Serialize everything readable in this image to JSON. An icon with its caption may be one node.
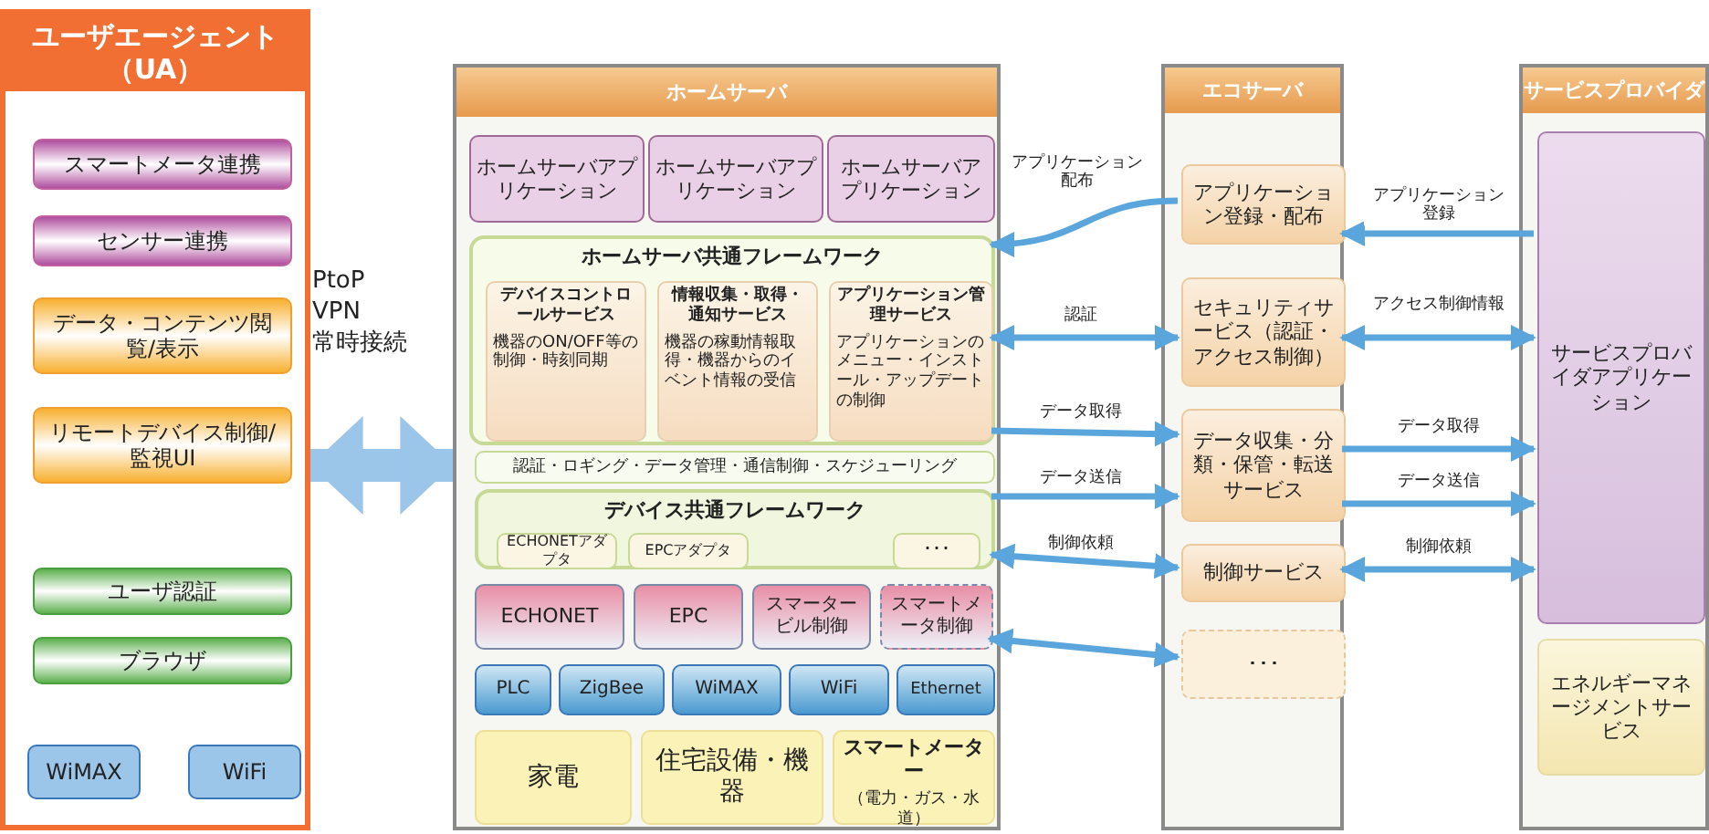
{
  "diagram": {
    "nodes": [
      {
        "text": [
          "ユーザエージェント（UA）"
        ]
      },
      {
        "text": [
          "スマートメータ連携"
        ],
        "in": 0
      },
      {
        "text": [
          "センサー連携"
        ],
        "in": 0
      },
      {
        "text": [
          "データ・コンテンツ閲覧/表示"
        ],
        "in": 0
      },
      {
        "text": [
          "リモートデバイス制御/監視UI"
        ],
        "in": 0
      },
      {
        "text": [
          "ユーザ認証"
        ],
        "in": 0
      },
      {
        "text": [
          "ブラウザ"
        ],
        "in": 0
      },
      {
        "text": [
          "WiMAX"
        ],
        "in": 0
      },
      {
        "text": [
          "WiFi"
        ],
        "in": 0
      },
      {
        "text": [
          "ホームサーバ"
        ]
      },
      {
        "text": [
          "ホームサーバアプリケーション"
        ],
        "in": 9
      },
      {
        "text": [
          "ホームサーバアプリケーション"
        ],
        "in": 9
      },
      {
        "text": [
          "ホームサーバアプリケーション"
        ],
        "in": 9
      },
      {
        "text": [
          "ホームサーバ共通フレームワーク"
        ],
        "in": 9
      },
      {
        "text": [
          "デバイスコントロールサービス",
          "機器のON/OFF等の制御・時刻同期"
        ],
        "in": 13
      },
      {
        "text": [
          "情報収集・取得・通知サービス",
          "機器の稼動情報取得・機器からのイベント情報の受信"
        ],
        "in": 13
      },
      {
        "text": [
          "アプリケーション管理サービス",
          "アプリケーションのメニュー・インストール・アップデートの制御"
        ],
        "in": 13
      },
      {
        "text": [
          "認証・ロギング・データ管理・通信制御・スケジューリング"
        ],
        "in": 9
      },
      {
        "text": [
          "デバイス共通フレームワーク"
        ],
        "in": 9
      },
      {
        "text": [
          "ECHONETアダプタ"
        ],
        "in": 18
      },
      {
        "text": [
          "EPCアダプタ"
        ],
        "in": 18
      },
      {
        "text": [
          "･･･"
        ],
        "in": 18
      },
      {
        "text": [
          "ECHONET"
        ],
        "in": 9
      },
      {
        "text": [
          "EPC"
        ],
        "in": 9
      },
      {
        "text": [
          "スマータービル制御"
        ],
        "in": 9
      },
      {
        "text": [
          "スマートメータ制御"
        ],
        "in": 9
      },
      {
        "text": [
          "PLC"
        ],
        "in": 9
      },
      {
        "text": [
          "ZigBee"
        ],
        "in": 9
      },
      {
        "text": [
          "WiMAX"
        ],
        "in": 9
      },
      {
        "text": [
          "WiFi"
        ],
        "in": 9
      },
      {
        "text": [
          "Ethernet"
        ],
        "in": 9
      },
      {
        "text": [
          "家電"
        ],
        "in": 9
      },
      {
        "text": [
          "住宅設備・機器"
        ],
        "in": 9
      },
      {
        "text": [
          "スマートメーター",
          "（電力・ガス・水道）"
        ],
        "in": 9
      },
      {
        "text": [
          "エコサーバ"
        ]
      },
      {
        "text": [
          "アプリケーション登録・配布"
        ],
        "in": 34
      },
      {
        "text": [
          "セキュリティサービス（認証・アクセス制御）"
        ],
        "in": 34
      },
      {
        "text": [
          "データ収集・分類・保管・転送サービス"
        ],
        "in": 34
      },
      {
        "text": [
          "制御サービス"
        ],
        "in": 34
      },
      {
        "text": [
          "･･･"
        ],
        "in": 34
      },
      {
        "text": [
          "サービスプロバイダ"
        ]
      },
      {
        "text": [
          "サービスプロバイダアプリケーション"
        ],
        "in": 40
      },
      {
        "text": [
          "エネルギーマネージメントサービス"
        ],
        "in": 40
      }
    ],
    "edges": [
      {
        "from": 0,
        "to": 9,
        "arrow": "both",
        "label": "PtoP VPN 常時接続",
        "style": "thick"
      },
      {
        "from": 35,
        "to": 13,
        "arrow": "to",
        "label": "アプリケーション配布"
      },
      {
        "from": 41,
        "to": 35,
        "arrow": "to",
        "label": "アプリケーション登録"
      },
      {
        "from": 13,
        "to": 36,
        "arrow": "both",
        "label": "認証"
      },
      {
        "from": 36,
        "to": 41,
        "arrow": "both",
        "label": "アクセス制御情報"
      },
      {
        "from": 13,
        "to": 37,
        "arrow": "to",
        "label": "データ取得"
      },
      {
        "from": 37,
        "to": 41,
        "arrow": "to",
        "label": "データ取得"
      },
      {
        "from": 18,
        "to": 37,
        "arrow": "to",
        "label": "データ送信"
      },
      {
        "from": 37,
        "to": 41,
        "arrow": "to",
        "label": "データ送信"
      },
      {
        "from": 18,
        "to": 38,
        "arrow": "both",
        "label": "制御依頼"
      },
      {
        "from": 38,
        "to": 41,
        "arrow": "both",
        "label": "制御依頼"
      },
      {
        "from": 25,
        "to": 39,
        "arrow": "both"
      }
    ]
  }
}
